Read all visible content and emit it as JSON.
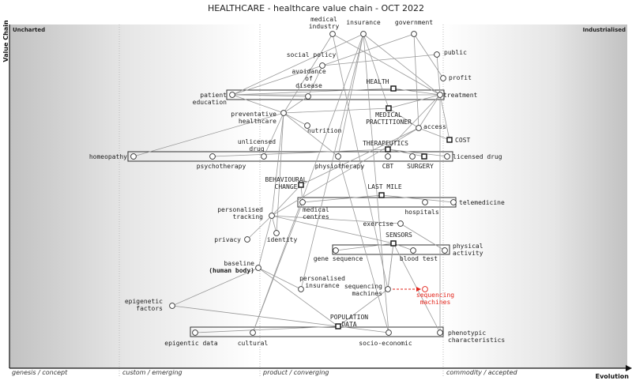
{
  "title": "HEALTHCARE - healthcare value chain - OCT 2022",
  "zones": {
    "left": "Uncharted",
    "right": "Industrialised"
  },
  "axes": {
    "y": "Value Chain",
    "x": "Evolution"
  },
  "stages": [
    "genesis / concept",
    "custom / emerging",
    "product / converging",
    "commodity / accepted"
  ],
  "colors": {
    "node_fill": "#ffffff",
    "line": "#999999",
    "stroke": "#333333",
    "red": "#e2231a"
  },
  "components": [
    {
      "id": "medical_industry",
      "label": [
        "medical",
        "industry"
      ]
    },
    {
      "id": "insurance",
      "label": [
        "insurance"
      ]
    },
    {
      "id": "government",
      "label": [
        "government"
      ]
    },
    {
      "id": "public",
      "label": [
        "public"
      ]
    },
    {
      "id": "social_policy",
      "label": [
        "social policy"
      ]
    },
    {
      "id": "avoidance",
      "label": [
        "avoidance",
        "of",
        "disease"
      ]
    },
    {
      "id": "profit",
      "label": [
        "profit"
      ]
    },
    {
      "id": "patient_education",
      "label": [
        "patient",
        "education"
      ]
    },
    {
      "id": "treatment",
      "label": [
        "treatment"
      ]
    },
    {
      "id": "preventative",
      "label": [
        "preventative",
        "healthcare"
      ]
    },
    {
      "id": "nutrition",
      "label": [
        "nutrition"
      ]
    },
    {
      "id": "access",
      "label": [
        "access"
      ]
    },
    {
      "id": "homeopathy",
      "label": [
        "homeopathy"
      ]
    },
    {
      "id": "psychotherapy",
      "label": [
        "psychotherapy"
      ]
    },
    {
      "id": "unlicensed",
      "label": [
        "unlicensed",
        "drug"
      ]
    },
    {
      "id": "physiotherapy",
      "label": [
        "physiotherapy"
      ]
    },
    {
      "id": "cbt",
      "label": [
        "CBT"
      ]
    },
    {
      "id": "surgery_c",
      "label": []
    },
    {
      "id": "licensed",
      "label": [
        "licensed drug"
      ]
    },
    {
      "id": "medical_centres",
      "label": [
        "medical",
        "centres"
      ]
    },
    {
      "id": "hospitals",
      "label": [
        "hospitals"
      ]
    },
    {
      "id": "telemedicine",
      "label": [
        "telemedicine"
      ]
    },
    {
      "id": "pers_tracking",
      "label": [
        "personalised",
        "tracking"
      ]
    },
    {
      "id": "exercise",
      "label": [
        "exercise"
      ]
    },
    {
      "id": "identity",
      "label": [
        "identity"
      ]
    },
    {
      "id": "privacy",
      "label": [
        "privacy"
      ]
    },
    {
      "id": "gene_sequence",
      "label": [
        "gene sequence"
      ]
    },
    {
      "id": "blood_test",
      "label": [
        "blood test"
      ]
    },
    {
      "id": "physical_activity",
      "label": [
        "physical",
        "activity"
      ]
    },
    {
      "id": "baseline",
      "label": [
        "baseline",
        "(human body)"
      ]
    },
    {
      "id": "pers_insurance",
      "label": [
        "personalised",
        "insurance"
      ]
    },
    {
      "id": "seq_machines",
      "label": [
        "sequencing",
        "machines"
      ]
    },
    {
      "id": "seq_machines_future",
      "label": [
        "sequencing",
        "machines"
      ]
    },
    {
      "id": "epigenetic_factors",
      "label": [
        "epigenetic",
        "factors"
      ]
    },
    {
      "id": "epigentic_data",
      "label": [
        "epigentic data"
      ]
    },
    {
      "id": "cultural",
      "label": [
        "cultural"
      ]
    },
    {
      "id": "socio_economic",
      "label": [
        "socio-economic"
      ]
    },
    {
      "id": "phenotypic",
      "label": [
        "phenotypic",
        "characteristics"
      ]
    }
  ],
  "pipelines": [
    {
      "id": "health",
      "label": [
        "HEALTH"
      ]
    },
    {
      "id": "medical_practitioner",
      "label": [
        "MEDICAL",
        "PRACTITIONER"
      ]
    },
    {
      "id": "cost",
      "label": [
        "COST"
      ]
    },
    {
      "id": "therapeutics",
      "label": [
        "THERAPEUTICS"
      ]
    },
    {
      "id": "surgery",
      "label": [
        "SURGERY"
      ]
    },
    {
      "id": "behavioural_change",
      "label": [
        "BEHAVIOURAL",
        "CHANGE"
      ]
    },
    {
      "id": "last_mile",
      "label": [
        "LAST MILE"
      ]
    },
    {
      "id": "sensors",
      "label": [
        "SENSORS"
      ]
    },
    {
      "id": "population_data",
      "label": [
        "POPULATION",
        "DATA"
      ]
    }
  ]
}
